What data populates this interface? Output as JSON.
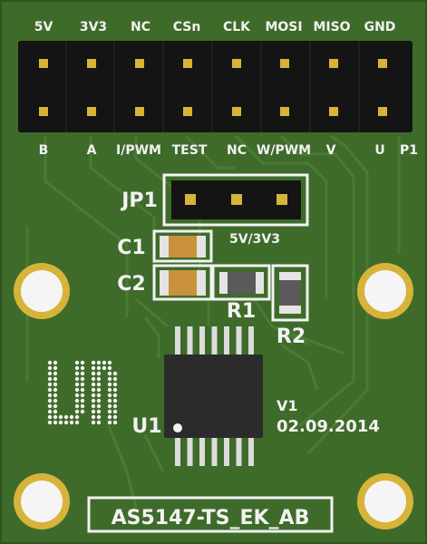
{
  "board": {
    "name": "AS5147-TS_EK_AB",
    "version": "V1",
    "date": "02.09.2014",
    "colors": {
      "pcb": "#3f6b2a",
      "pcb_dark": "#2f5420",
      "trace": "#4c7d35",
      "silk": "#f2f2f2",
      "gold": "#d7b33a",
      "header": "#141414",
      "chip": "#2b2b2b",
      "cap": "#c9923a",
      "resistor": "#5a5a5a"
    }
  },
  "header": {
    "top_labels": [
      "5V",
      "3V3",
      "NC",
      "CSn",
      "CLK",
      "MOSI",
      "MISO",
      "GND"
    ],
    "bottom_labels": [
      "B",
      "A",
      "I/PWM",
      "TEST",
      "NC",
      "W/PWM",
      "V",
      "U"
    ],
    "designator": "P1"
  },
  "jumper": {
    "designator": "JP1",
    "label": "5V/3V3"
  },
  "components": {
    "c1": "C1",
    "c2": "C2",
    "r1": "R1",
    "r2": "R2",
    "u1": "U1"
  },
  "icons": {
    "logo": "ams-logo-icon",
    "mounting_hole": "mounting-hole-icon"
  }
}
